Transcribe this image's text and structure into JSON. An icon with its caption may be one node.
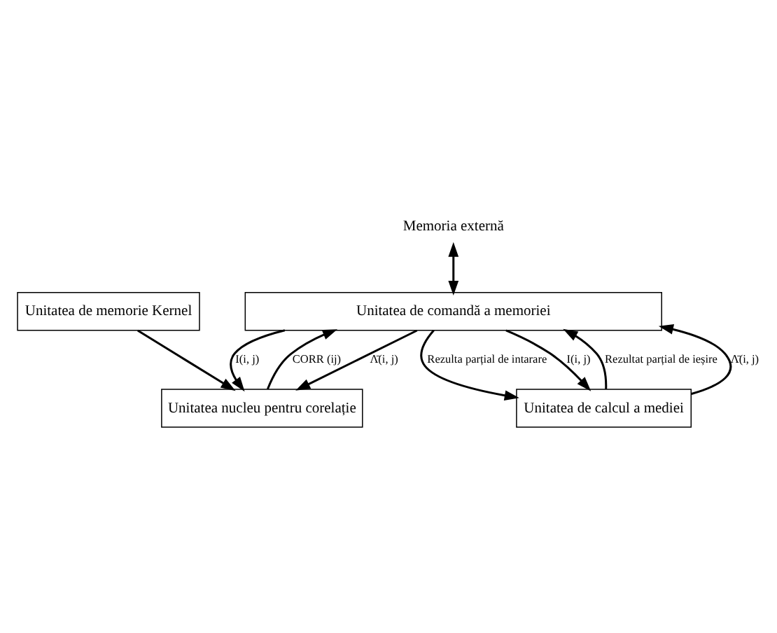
{
  "diagram": {
    "nodes": [
      {
        "text": [
          "Memoria externă"
        ]
      },
      {
        "text": [
          "Unitatea de comandă a memoriei"
        ]
      },
      {
        "text": [
          "Unitatea de memorie Kernel"
        ]
      },
      {
        "text": [
          "Unitatea nucleu pentru corelație"
        ]
      },
      {
        "text": [
          "Unitatea de calcul a mediei"
        ]
      }
    ],
    "edges": [
      {
        "from": 0,
        "to": 1,
        "arrow": "both"
      },
      {
        "from": 2,
        "to": 3,
        "arrow": "to"
      },
      {
        "from": 1,
        "to": 3,
        "arrow": "to",
        "label": "Λ̄(i, j)"
      },
      {
        "from": 1,
        "to": 3,
        "arrow": "to",
        "label": "I(i, j)"
      },
      {
        "from": 3,
        "to": 1,
        "arrow": "to",
        "label": "CORR (ij)"
      },
      {
        "from": 1,
        "to": 4,
        "arrow": "to",
        "label": "Rezulta parțial de intarare"
      },
      {
        "from": 1,
        "to": 4,
        "arrow": "to",
        "label": "I(i, j)"
      },
      {
        "from": 4,
        "to": 1,
        "arrow": "to",
        "label": "Rezultat parțial de ieșire"
      },
      {
        "from": 4,
        "to": 1,
        "arrow": "to",
        "label": "Λ̄(i, j)"
      }
    ]
  }
}
